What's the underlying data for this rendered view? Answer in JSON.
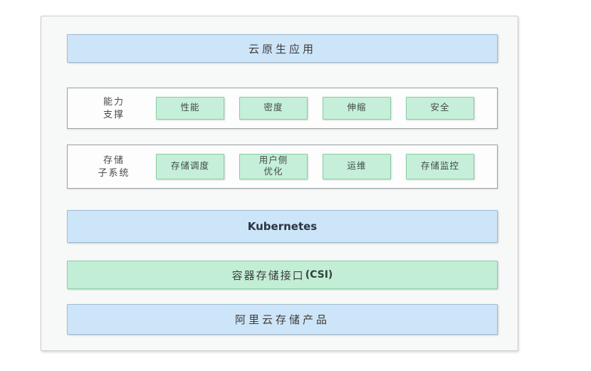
{
  "diagram": {
    "top_bar": {
      "label": "云原生应用"
    },
    "capability_row": {
      "label": {
        "line1": "能力",
        "line2": "支撑"
      },
      "items": [
        {
          "line1": "性能"
        },
        {
          "line1": "密度"
        },
        {
          "line1": "伸缩"
        },
        {
          "line1": "安全"
        }
      ]
    },
    "storage_row": {
      "label": {
        "line1": "存储",
        "line2": "子系统"
      },
      "items": [
        {
          "line1": "存储调度"
        },
        {
          "line1": "用户侧",
          "line2": "优化"
        },
        {
          "line1": "运维"
        },
        {
          "line1": "存储监控"
        }
      ]
    },
    "kubernetes_bar": {
      "label": "Kubernetes"
    },
    "csi_bar": {
      "label_zh": "容器存储接口",
      "label_en": "(CSI)"
    },
    "products_bar": {
      "label": "阿里云存储产品"
    },
    "colors": {
      "blue_fill": "#cde5f8",
      "blue_border": "#9fbcd4",
      "green_fill": "#c2eed6",
      "green_border": "#8bd0a7",
      "frame_background": "#f7f8f8",
      "text": "#3c3c3c"
    }
  }
}
